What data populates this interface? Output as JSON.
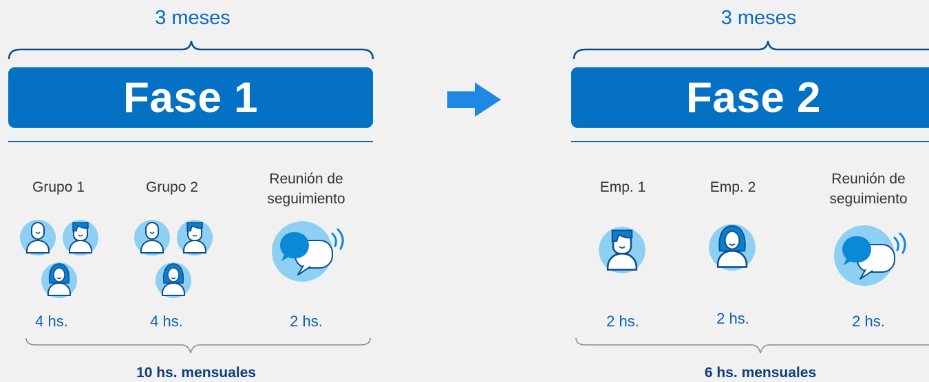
{
  "phase1": {
    "duration": "3 meses",
    "title": "Fase 1",
    "columns": [
      {
        "label": "Grupo 1",
        "hours": "4 hs."
      },
      {
        "label": "Grupo 2",
        "hours": "4 hs."
      },
      {
        "label": "Reunión de seguimiento",
        "hours": "2 hs."
      }
    ],
    "total": "10 hs. mensuales"
  },
  "phase2": {
    "duration": "3 meses",
    "title": "Fase 2",
    "columns": [
      {
        "label": "Emp. 1",
        "hours": "2 hs."
      },
      {
        "label": "Emp. 2",
        "hours": "2 hs."
      },
      {
        "label": "Reunión de seguimiento",
        "hours": "2 hs."
      }
    ],
    "total": "6 hs. mensuales"
  },
  "icons": [
    "group-icon",
    "male-user-icon",
    "female-user-icon",
    "chat-bubbles-icon",
    "arrow-right-icon"
  ],
  "colors": {
    "accent": "#0471c4",
    "text_blue": "#0a6bc0",
    "icon_circle": "#8ed0f3",
    "icon_stroke": "#0d4f8f",
    "chat_bubble": "#0a8ad6",
    "background": "#f1f1f1"
  }
}
